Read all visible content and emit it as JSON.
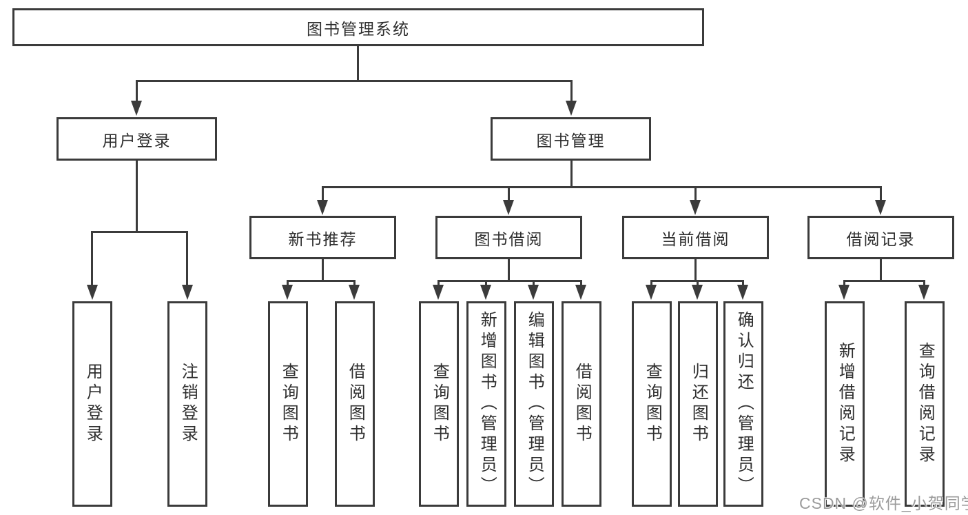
{
  "tree": {
    "root": "图书管理系统",
    "branches": [
      {
        "label": "用户登录",
        "leaves": [
          "用户登录",
          "注销登录"
        ]
      },
      {
        "label": "图书管理",
        "groups": [
          {
            "label": "新书推荐",
            "leaves": [
              "查询图书",
              "借阅图书"
            ]
          },
          {
            "label": "图书借阅",
            "leaves": [
              "查询图书",
              "新增图书（管理员）",
              "编辑图书（管理员）",
              "借阅图书"
            ]
          },
          {
            "label": "当前借阅",
            "leaves": [
              "查询图书",
              "归还图书",
              "确认归还（管理员）"
            ]
          },
          {
            "label": "借阅记录",
            "leaves": [
              "新增借阅记录",
              "查询借阅记录"
            ]
          }
        ]
      }
    ]
  },
  "watermark": {
    "text": "CSDN @软件_小贺同学"
  },
  "colors": {
    "line": "#3b3b3b",
    "text": "#2f2f2f",
    "watermark": "#9b9b9b",
    "bg": "#ffffff"
  }
}
